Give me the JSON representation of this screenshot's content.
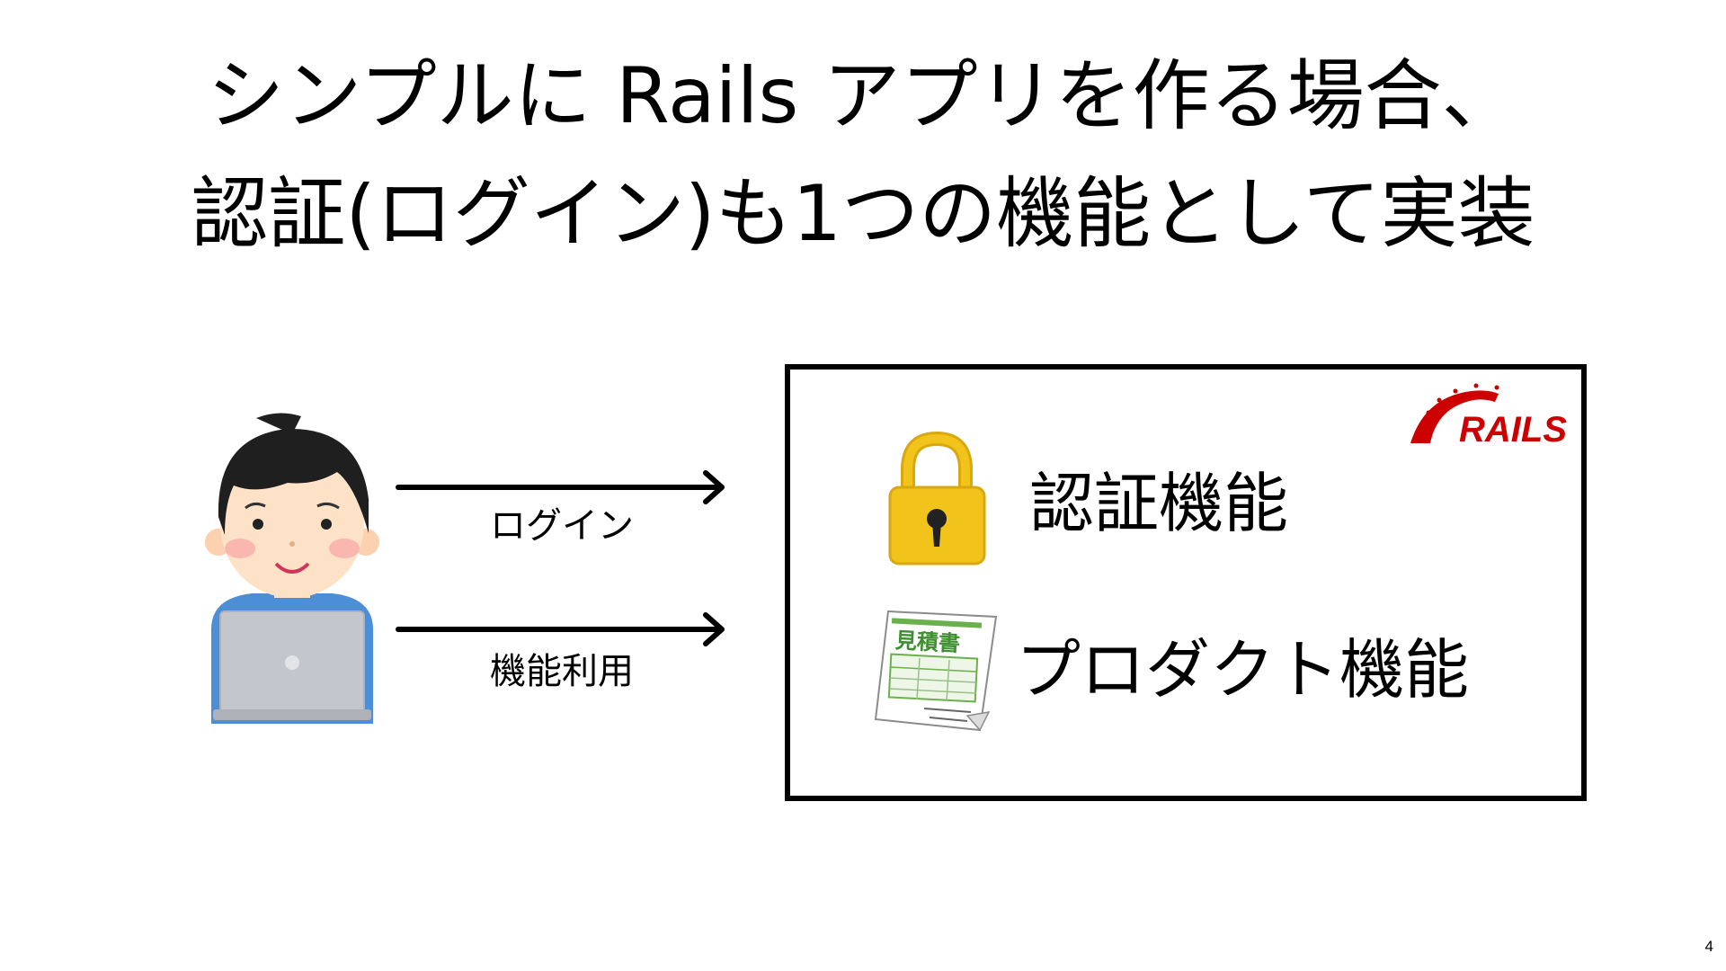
{
  "slide": {
    "title_line1": "シンプルに Rails アプリを作る場合、",
    "title_line2": "認証(ログイン)も1つの機能として実装",
    "page_number": "4"
  },
  "diagram": {
    "arrow_labels": [
      "ログイン",
      "機能利用"
    ],
    "features": {
      "auth": "認証機能",
      "product": "プロダクト機能"
    },
    "logo_text": "RAILS",
    "document_text": "見積書"
  },
  "colors": {
    "rails_red": "#cc0000",
    "lock_gold": "#f2c31a",
    "shirt_blue": "#4d8fd6",
    "laptop_gray": "#c3c6cc",
    "document_green": "#6ab04c"
  }
}
